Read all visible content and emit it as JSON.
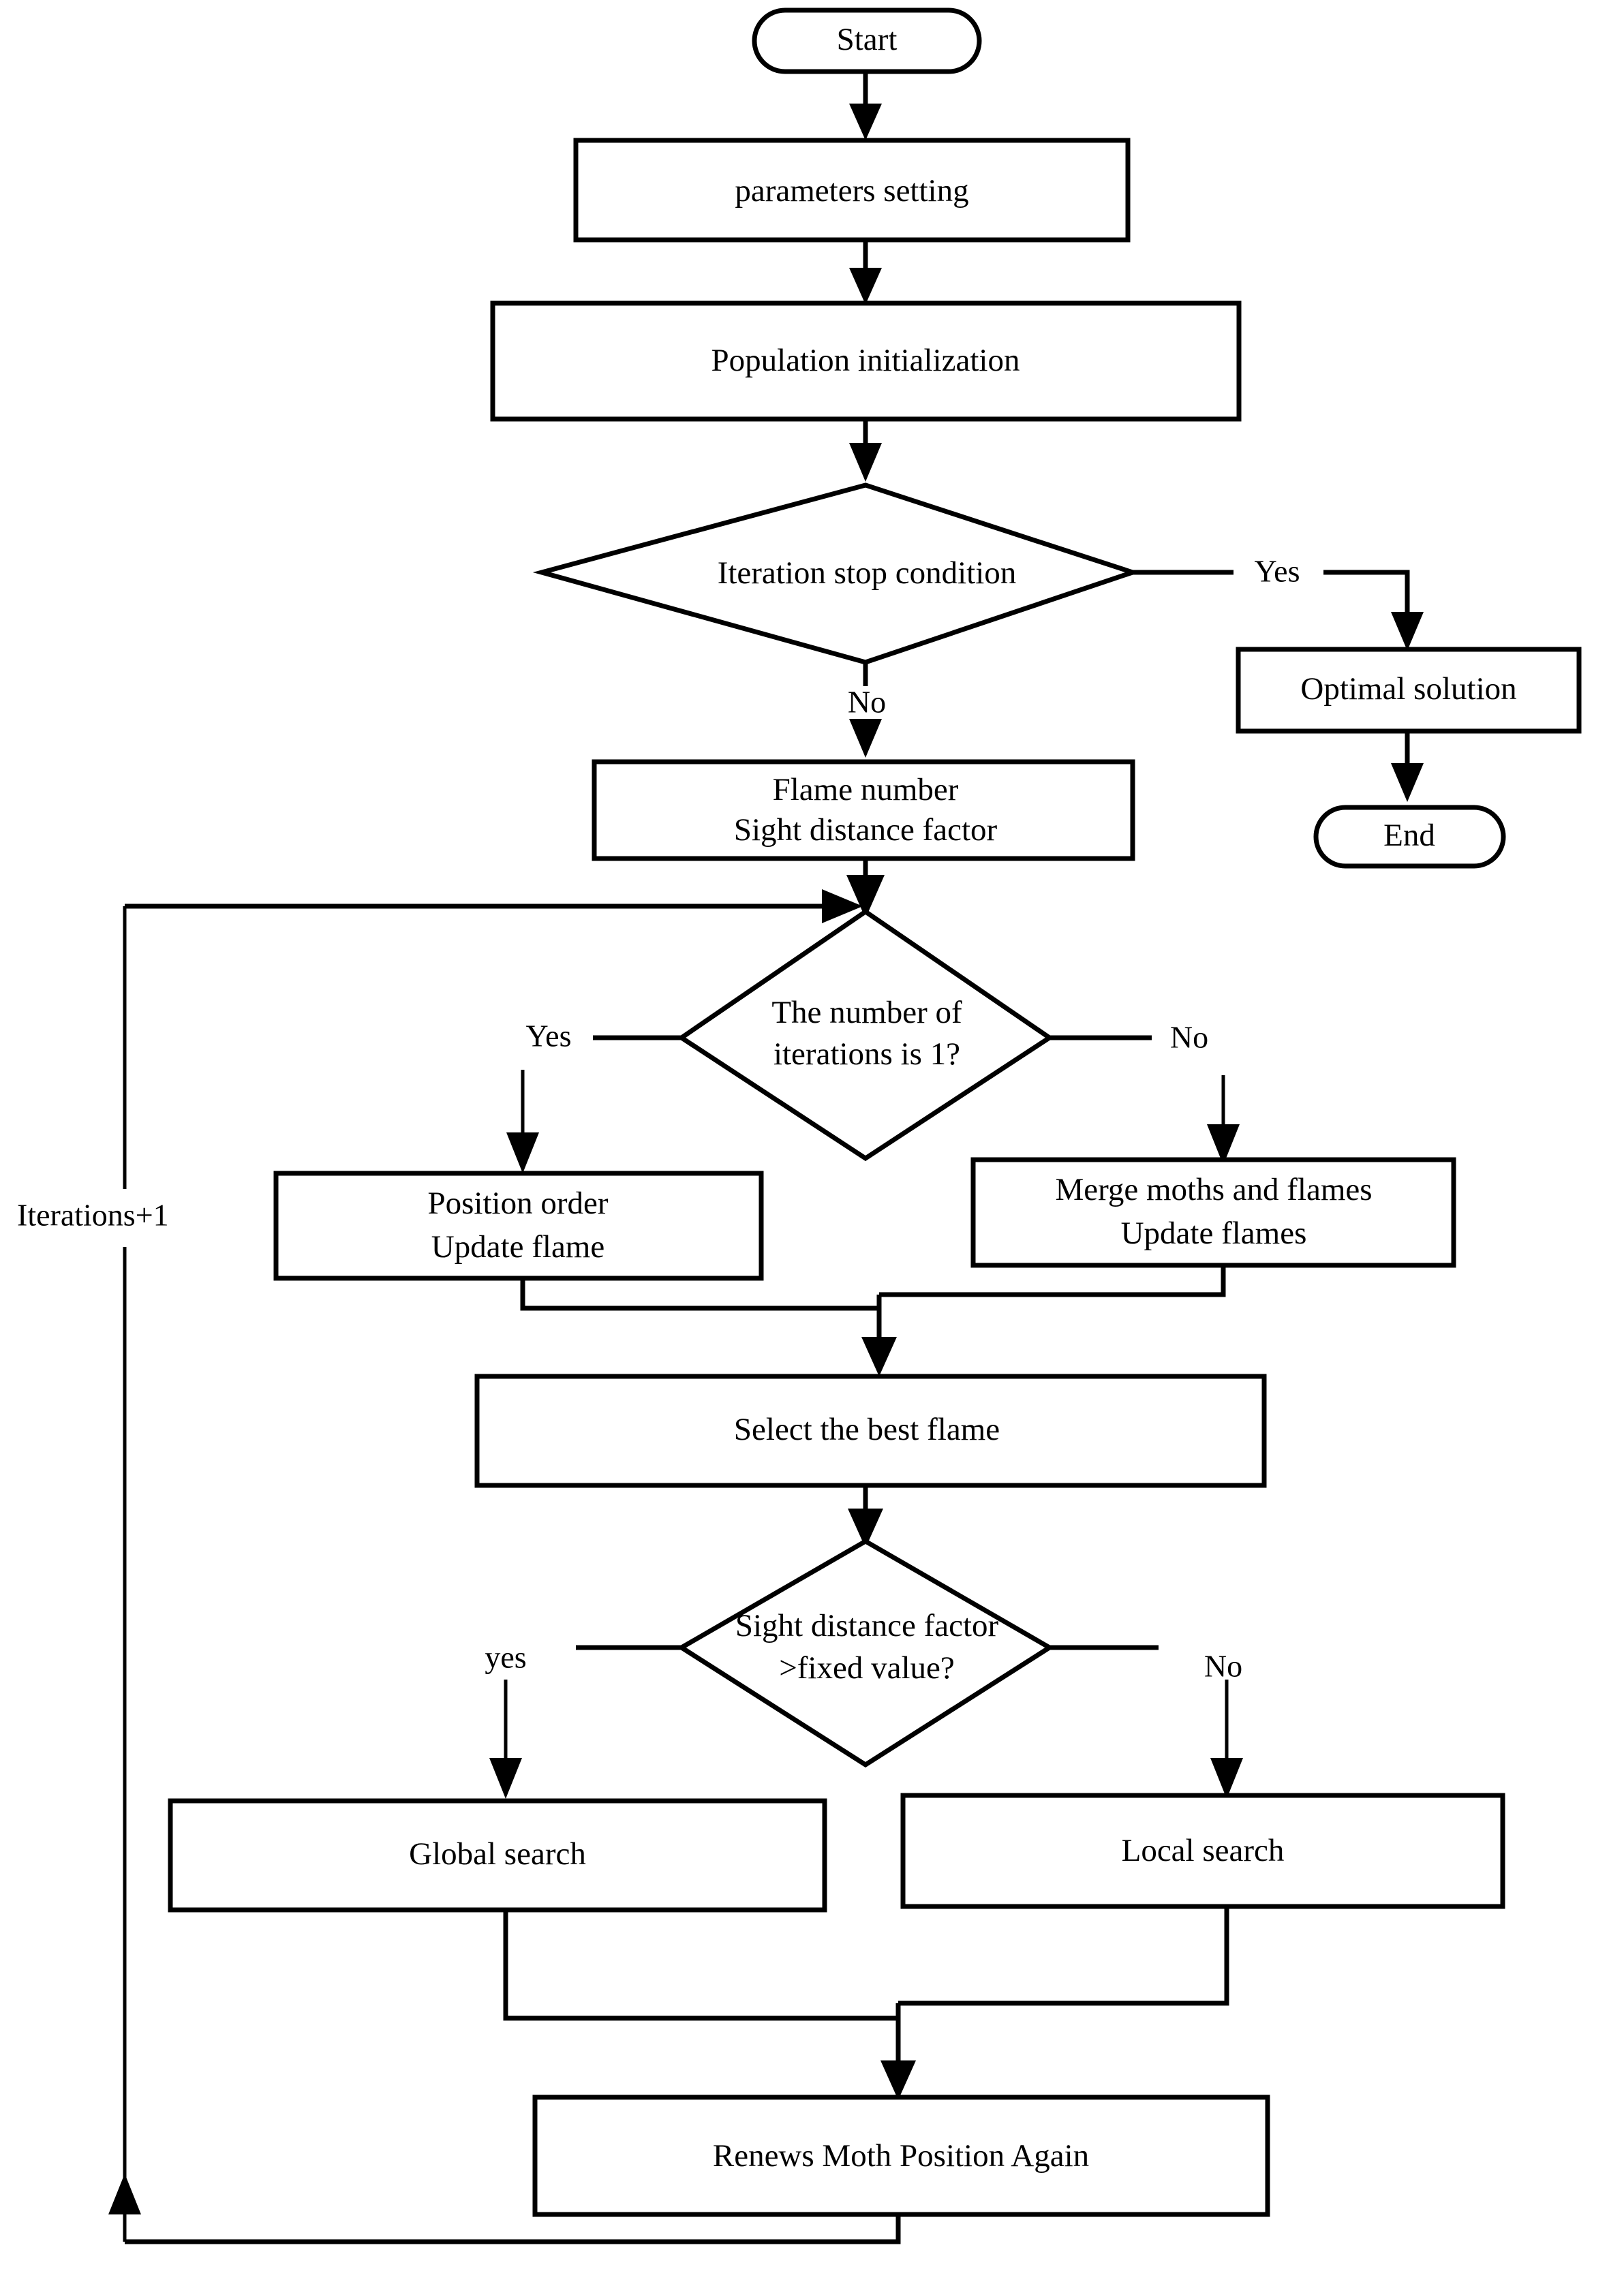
{
  "diagram": {
    "type": "flowchart",
    "title": "Moth-Flame Optimization algorithm flowchart",
    "orientation": "top-to-bottom",
    "background_color": "#ffffff",
    "line_color": "#000000",
    "text_color": "#000000"
  },
  "nodes": {
    "start": {
      "label": "Start",
      "shape": "terminator"
    },
    "params": {
      "label": "parameters setting",
      "shape": "process"
    },
    "popinit": {
      "label": "Population initialization",
      "shape": "process"
    },
    "stopcond": {
      "label": "Iteration stop condition",
      "shape": "decision"
    },
    "optimal": {
      "label": "Optimal solution",
      "shape": "process"
    },
    "end": {
      "label": "End",
      "shape": "terminator"
    },
    "flamenum": {
      "label_line1": "Flame number",
      "label_line2": "Sight distance factor",
      "shape": "process"
    },
    "iter1": {
      "label_line1": "The number of",
      "label_line2": "iterations is 1?",
      "shape": "decision"
    },
    "posorder": {
      "label_line1": "Position order",
      "label_line2": "Update flame",
      "shape": "process"
    },
    "merge": {
      "label_line1": "Merge moths and flames",
      "label_line2": "Update flames",
      "shape": "process"
    },
    "bestflame": {
      "label": "Select the best flame",
      "shape": "process"
    },
    "sightfactor": {
      "label_line1": "Sight distance factor",
      "label_line2": ">fixed value?",
      "shape": "decision"
    },
    "globalsearch": {
      "label": "Global search",
      "shape": "process"
    },
    "localsearch": {
      "label": "Local search",
      "shape": "process"
    },
    "renews": {
      "label": "Renews Moth Position Again",
      "shape": "process"
    }
  },
  "edge_labels": {
    "stop_yes": "Yes",
    "stop_no": "No",
    "iter_yes": "Yes",
    "iter_no": "No",
    "sight_yes": "yes",
    "sight_no": "No",
    "loop_back": "Iterations+1"
  }
}
